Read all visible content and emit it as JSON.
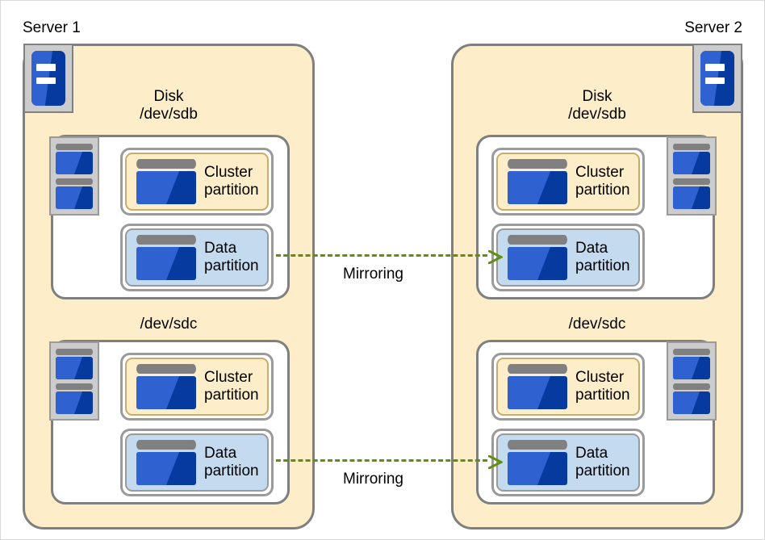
{
  "diagram": {
    "title_left": "Server 1",
    "title_right": "Server 2",
    "colors": {
      "server_fill": "#fdeec9",
      "disk_fill": "#ffffff",
      "cluster_partition_fill": "#fdeec9",
      "data_partition_fill": "#c3daef",
      "mirroring_line": "#5f8f10",
      "icon_blue_dark": "#073a9e",
      "icon_blue_light": "#2f62d0",
      "border_gray": "#7f7f7f"
    }
  },
  "servers": [
    {
      "name": "Server 1",
      "side": "left",
      "disks": [
        {
          "label": "Disk\n/dev/sdb",
          "device": "/dev/sdb",
          "partitions": [
            {
              "label": "Cluster\npartition",
              "type": "cluster"
            },
            {
              "label": "Data\npartition",
              "type": "data"
            }
          ]
        },
        {
          "label": "/dev/sdc",
          "device": "/dev/sdc",
          "partitions": [
            {
              "label": "Cluster\npartition",
              "type": "cluster"
            },
            {
              "label": "Data\npartition",
              "type": "data"
            }
          ]
        }
      ]
    },
    {
      "name": "Server 2",
      "side": "right",
      "disks": [
        {
          "label": "Disk\n/dev/sdb",
          "device": "/dev/sdb",
          "partitions": [
            {
              "label": "Cluster\npartition",
              "type": "cluster"
            },
            {
              "label": "Data\npartition",
              "type": "data"
            }
          ]
        },
        {
          "label": "/dev/sdc",
          "device": "/dev/sdc",
          "partitions": [
            {
              "label": "Cluster\npartition",
              "type": "cluster"
            },
            {
              "label": "Data\npartition",
              "type": "data"
            }
          ]
        }
      ]
    }
  ],
  "connectors": [
    {
      "label": "Mirroring",
      "from": "server1-sdb-data",
      "to": "server2-sdb-data"
    },
    {
      "label": "Mirroring",
      "from": "server1-sdc-data",
      "to": "server2-sdc-data"
    }
  ]
}
